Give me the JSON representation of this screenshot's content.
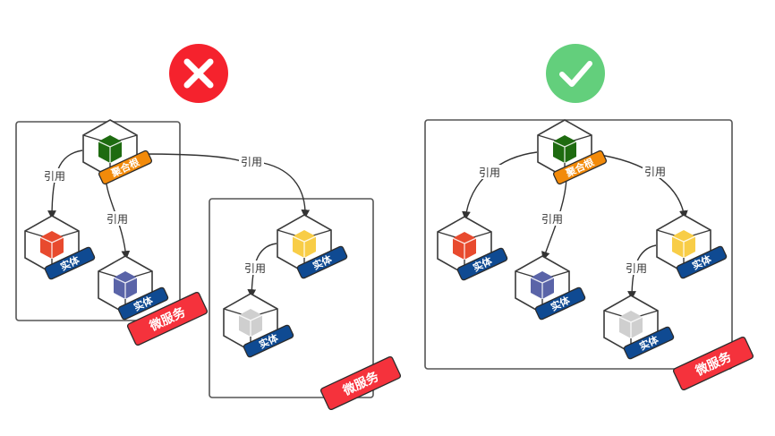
{
  "colors": {
    "wrong": "#f5222d",
    "right": "#63cf7c",
    "frame": "#555555",
    "edge": "#333333",
    "root_tag": "#f28a0a",
    "entity_tag": "#0f4a92",
    "service_tag": "#f5323c",
    "cube_outline": "#3a3a3a"
  },
  "labels": {
    "edge": "引用",
    "root": "聚合根",
    "entity": "实体",
    "service": "微服务"
  },
  "panels": [
    {
      "id": "wrong",
      "verdict": "wrong-icon",
      "services": [
        {
          "id": "svc-a",
          "nodes": [
            {
              "id": "root",
              "kind": "root",
              "cube_color": "#1e6b10"
            },
            {
              "id": "red",
              "kind": "entity",
              "cube_color": "#e84a2e"
            },
            {
              "id": "purple",
              "kind": "entity",
              "cube_color": "#5a64a8"
            }
          ]
        },
        {
          "id": "svc-b",
          "nodes": [
            {
              "id": "yellow",
              "kind": "entity",
              "cube_color": "#f8cd47"
            },
            {
              "id": "gray",
              "kind": "entity",
              "cube_color": "#cfcfcf"
            }
          ]
        }
      ],
      "edges": [
        {
          "from": "root",
          "to": "red",
          "label": "引用"
        },
        {
          "from": "root",
          "to": "purple",
          "label": "引用"
        },
        {
          "from": "root",
          "to": "yellow",
          "label": "引用"
        },
        {
          "from": "yellow",
          "to": "gray",
          "label": "引用"
        }
      ]
    },
    {
      "id": "right",
      "verdict": "check-icon",
      "services": [
        {
          "id": "svc-c",
          "nodes": [
            {
              "id": "root",
              "kind": "root",
              "cube_color": "#1e6b10"
            },
            {
              "id": "red",
              "kind": "entity",
              "cube_color": "#e84a2e"
            },
            {
              "id": "purple",
              "kind": "entity",
              "cube_color": "#5a64a8"
            },
            {
              "id": "yellow",
              "kind": "entity",
              "cube_color": "#f8cd47"
            },
            {
              "id": "gray",
              "kind": "entity",
              "cube_color": "#cfcfcf"
            }
          ]
        }
      ],
      "edges": [
        {
          "from": "root",
          "to": "red",
          "label": "引用"
        },
        {
          "from": "root",
          "to": "purple",
          "label": "引用"
        },
        {
          "from": "root",
          "to": "yellow",
          "label": "引用"
        },
        {
          "from": "yellow",
          "to": "gray",
          "label": "引用"
        }
      ]
    }
  ]
}
